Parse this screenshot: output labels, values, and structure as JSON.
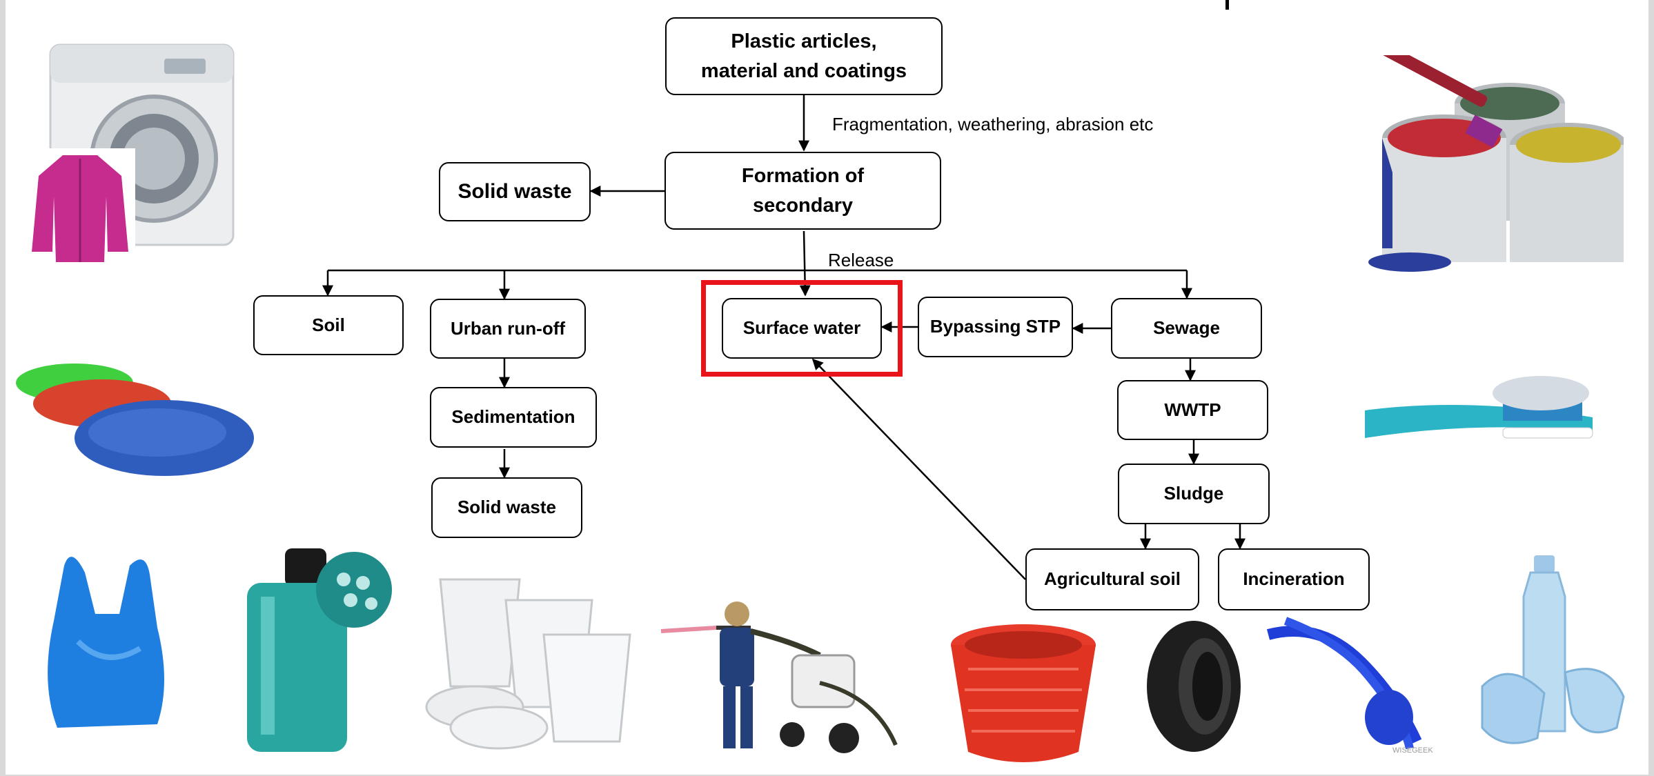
{
  "nodes": {
    "plastic": "Plastic articles,\nmaterial and coatings",
    "secondary": "Formation of\nsecondary",
    "solid_waste_top": "Solid waste",
    "soil": "Soil",
    "urban_runoff": "Urban run-off",
    "sedimentation": "Sedimentation",
    "solid_waste_bottom": "Solid waste",
    "surface_water": "Surface water",
    "bypassing_stp": "Bypassing STP",
    "sewage": "Sewage",
    "wwtp": "WWTP",
    "sludge": "Sludge",
    "agricultural_soil": "Agricultural soil",
    "incineration": "Incineration"
  },
  "edge_labels": {
    "fragmentation": "Fragmentation, weathering, abrasion etc",
    "release": "Release"
  },
  "highlight": {
    "node": "surface_water",
    "color": "#e8141a"
  },
  "images": [
    "washing-machine-with-fleece-jacket",
    "paint-cans-with-brush",
    "plastic-pellets",
    "toothbrush-with-toothpaste",
    "blue-plastic-bag",
    "shower-gel-with-microbeads",
    "foam-cups-and-lids",
    "sandblasting-worker",
    "red-plastic-basket",
    "tractor-tyre",
    "blue-rope",
    "crushed-plastic-bottles"
  ],
  "image_caption": "WISEGEEK"
}
